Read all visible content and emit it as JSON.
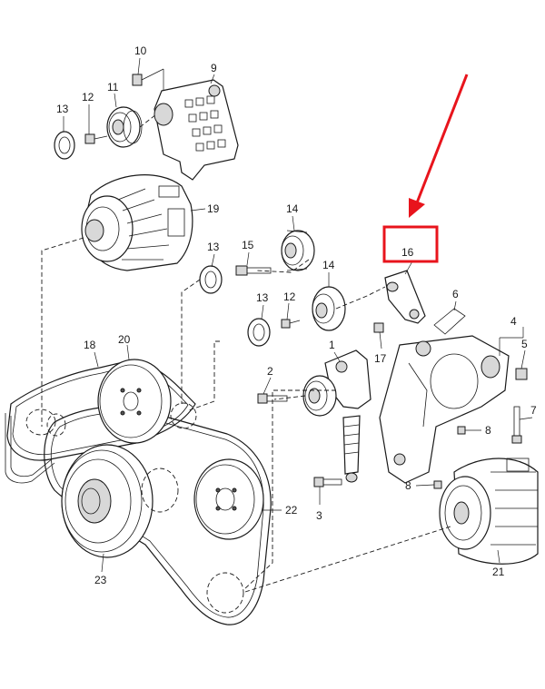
{
  "diagram": {
    "callouts": [
      {
        "id": "c10",
        "text": "10"
      },
      {
        "id": "c9",
        "text": "9"
      },
      {
        "id": "c13a",
        "text": "13"
      },
      {
        "id": "c12a",
        "text": "12"
      },
      {
        "id": "c11",
        "text": "11"
      },
      {
        "id": "c19",
        "text": "19"
      },
      {
        "id": "c14a",
        "text": "14"
      },
      {
        "id": "c13b",
        "text": "13"
      },
      {
        "id": "c15",
        "text": "15"
      },
      {
        "id": "c16",
        "text": "16"
      },
      {
        "id": "c14b",
        "text": "14"
      },
      {
        "id": "c6",
        "text": "6"
      },
      {
        "id": "c13c",
        "text": "13"
      },
      {
        "id": "c12b",
        "text": "12"
      },
      {
        "id": "c4",
        "text": "4"
      },
      {
        "id": "c5",
        "text": "5"
      },
      {
        "id": "c18",
        "text": "18"
      },
      {
        "id": "c20",
        "text": "20"
      },
      {
        "id": "c1",
        "text": "1"
      },
      {
        "id": "c17",
        "text": "17"
      },
      {
        "id": "c2",
        "text": "2"
      },
      {
        "id": "c7",
        "text": "7"
      },
      {
        "id": "c8a",
        "text": "8"
      },
      {
        "id": "c8b",
        "text": "8"
      },
      {
        "id": "c22",
        "text": "22"
      },
      {
        "id": "c3",
        "text": "3"
      },
      {
        "id": "c21",
        "text": "21"
      },
      {
        "id": "c23",
        "text": "23"
      }
    ],
    "highlight_color": "#e8141c",
    "line_color": "#1a1a1a"
  }
}
